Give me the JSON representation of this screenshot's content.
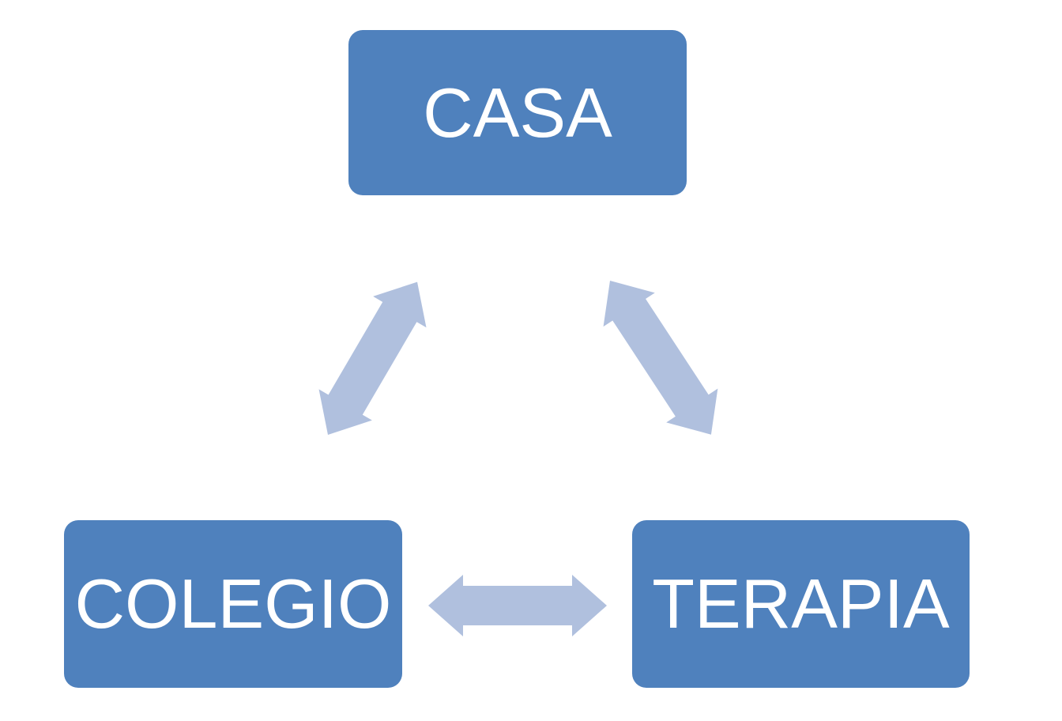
{
  "diagram": {
    "type": "cycle",
    "colors": {
      "background": "#FFFFFF",
      "node_fill": "#4F81BD",
      "node_text": "#FFFFFF",
      "arrow_fill": "#B0C0DE"
    },
    "nodes": [
      {
        "id": "casa",
        "label": "CASA"
      },
      {
        "id": "colegio",
        "label": "COLEGIO"
      },
      {
        "id": "terapia",
        "label": "TERAPIA"
      }
    ],
    "edges": [
      {
        "from": "CASA",
        "to": "COLEGIO",
        "direction": "bidirectional"
      },
      {
        "from": "CASA",
        "to": "TERAPIA",
        "direction": "bidirectional"
      },
      {
        "from": "COLEGIO",
        "to": "TERAPIA",
        "direction": "bidirectional"
      }
    ]
  }
}
